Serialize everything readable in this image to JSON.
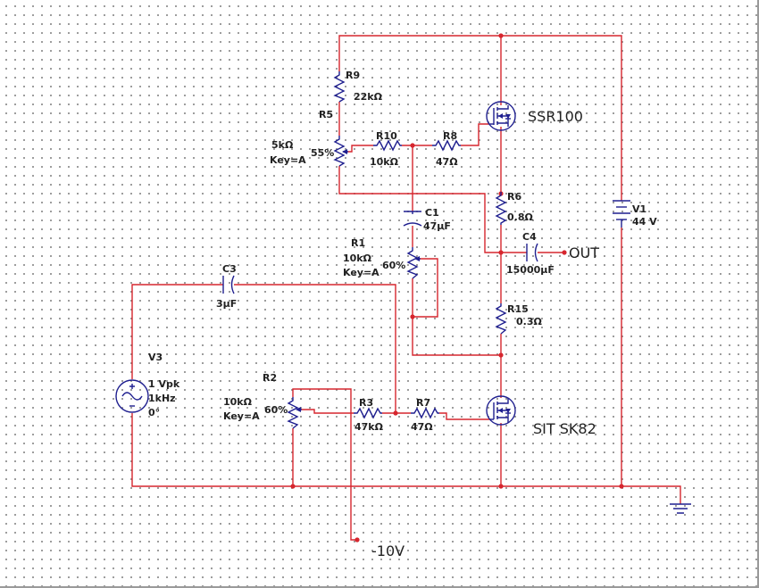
{
  "components": {
    "R9": {
      "name": "R9",
      "value": "22kΩ"
    },
    "R5": {
      "name": "R5",
      "value": "5kΩ",
      "setting": "55%",
      "key": "Key=A"
    },
    "R10": {
      "name": "R10",
      "value": "10kΩ"
    },
    "R8": {
      "name": "R8",
      "value": "47Ω"
    },
    "Q1": {
      "name": "SSR100"
    },
    "R6": {
      "name": "R6",
      "value": "0.8Ω"
    },
    "C1": {
      "name": "C1",
      "value": "47µF"
    },
    "R1": {
      "name": "R1",
      "value": "10kΩ",
      "setting": "60%",
      "key": "Key=A"
    },
    "C4": {
      "name": "C4",
      "value": "15000µF"
    },
    "C3": {
      "name": "C3",
      "value": "3µF"
    },
    "R15": {
      "name": "R15",
      "value": "0.3Ω"
    },
    "V3": {
      "name": "V3",
      "amplitude": "1 Vpk",
      "freq": "1kHz",
      "phase": "0°"
    },
    "R2": {
      "name": "R2",
      "value": "10kΩ",
      "setting": "60%",
      "key": "Key=A"
    },
    "R3": {
      "name": "R3",
      "value": "47kΩ"
    },
    "R7": {
      "name": "R7",
      "value": "47Ω"
    },
    "Q2": {
      "name": "SIT SK82"
    },
    "V1": {
      "name": "V1",
      "value": "44 V"
    }
  },
  "ports": {
    "out": "OUT",
    "neg_supply": "-10V"
  },
  "colors": {
    "wire": "#d6262e",
    "component": "#1f1f8f",
    "text": "#222222",
    "grid_dot": "#8a8a8a"
  }
}
